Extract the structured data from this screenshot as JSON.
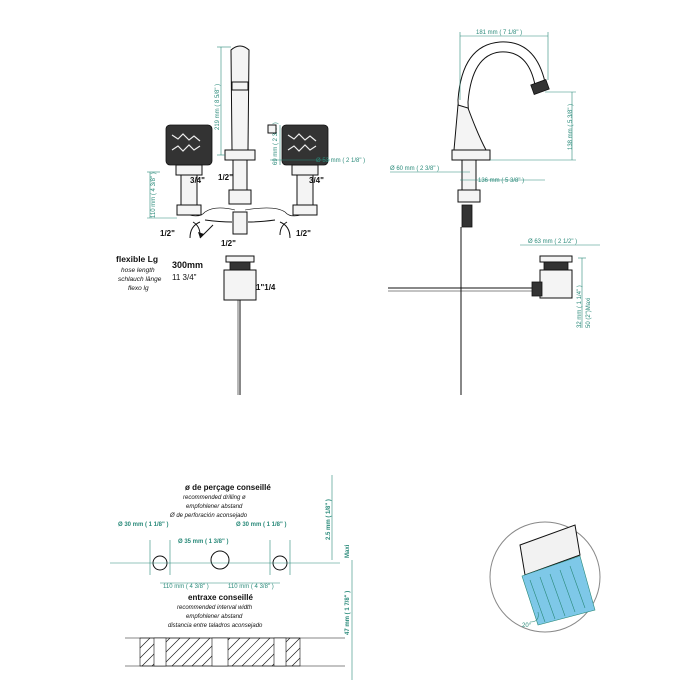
{
  "front": {
    "dims": {
      "spout_height": "219 mm ( 8 5/8\" )",
      "handle_height": "69 mm ( 2 3/4\" )",
      "handle_dia": "Ø 53 mm ( 2 1/8\" )",
      "valve_len": "110 mm ( 4 3/8\" )"
    },
    "labels": {
      "c34_left": "3/4\"",
      "c12_mid": "1/2\"",
      "c34_right": "3/4\"",
      "c12_bl": "1/2\"",
      "c12_bc": "1/2\"",
      "c12_br": "1/2\"",
      "drain": "1\"1/4"
    },
    "hose": {
      "title": "flexible Lg",
      "lines": [
        "hose length",
        "schlauch länge",
        "flexo lg"
      ],
      "value_mm": "300mm",
      "value_in": "11 3/4\""
    }
  },
  "side": {
    "dims": {
      "reach": "181 mm ( 7 1/8\" )",
      "outlet_height": "138 mm ( 5 3/8\" )",
      "base_dia": "Ø 60 mm ( 2 3/8\" )",
      "spout_proj": "136 mm ( 5 3/8\" )",
      "drain_dia": "Ø 63 mm ( 2 1/2\" )",
      "deck_thk": "32 mm ( 1 1/4\" )",
      "deck_max": "50 (2\")Maxi"
    }
  },
  "drilling": {
    "title": "ø de perçage conseillé",
    "lines": [
      "recommended drilling ø",
      "empfohlener abstand",
      "Ø de perforación aconsejado"
    ],
    "hole_left": "Ø  30 mm  ( 1 1/8\" )",
    "hole_center": "Ø  35 mm  ( 1 3/8\" )",
    "hole_right": "Ø  30 mm  ( 1 1/8\" )",
    "spacing_left": "110 mm  ( 4 3/8\" )",
    "spacing_right": "110 mm  ( 4 3/8\" )",
    "v_top": "2.5 mm ( 1/8\" )",
    "v_bottom": "47 mm ( 1 7/8\" )",
    "maxi": "Maxi",
    "interval_title": "entraxe conseillé",
    "interval_lines": [
      "recommended interval width",
      "empfohlener abstand",
      "distancia entre taladros aconsejado"
    ]
  },
  "spray": {
    "angle": "20°"
  },
  "colors": {
    "dim": "#2a8a7a",
    "line": "#111111",
    "water": "#7ec8e8"
  }
}
